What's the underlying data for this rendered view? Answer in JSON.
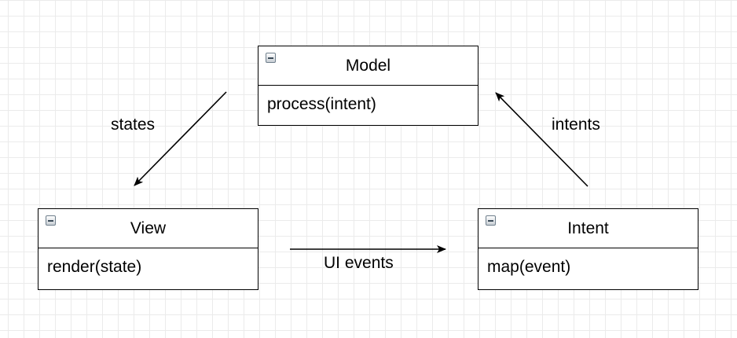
{
  "nodes": {
    "model": {
      "title": "Model",
      "member": "process(intent)"
    },
    "view": {
      "title": "View",
      "member": "render(state)"
    },
    "intent": {
      "title": "Intent",
      "member": "map(event)"
    }
  },
  "edges": {
    "states": {
      "label": "states"
    },
    "intents": {
      "label": "intents"
    },
    "ui_events": {
      "label": "UI events"
    }
  }
}
